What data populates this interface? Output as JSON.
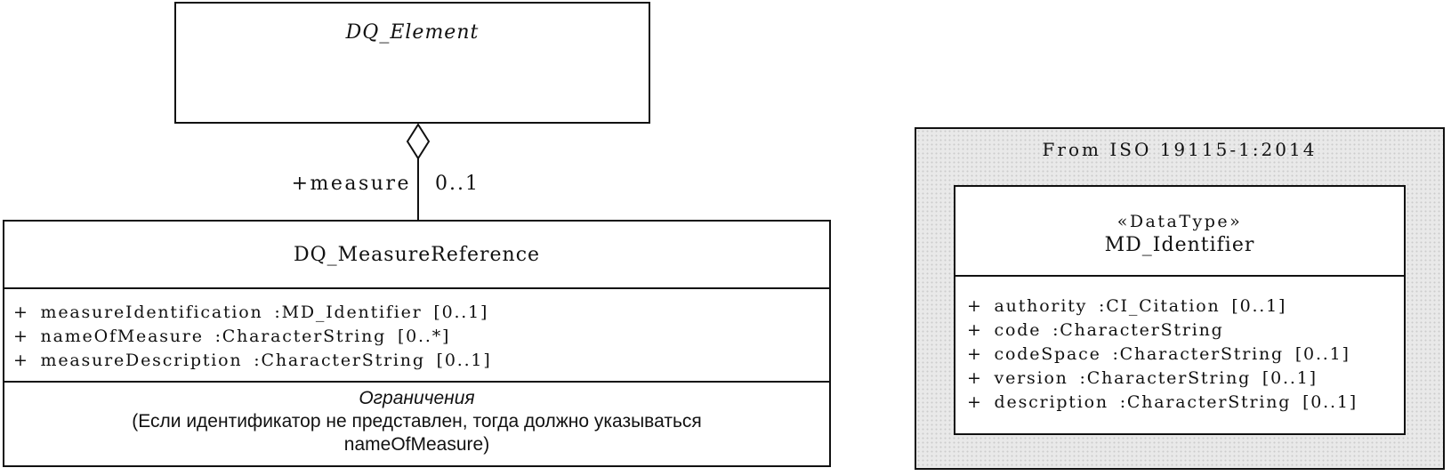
{
  "diagram": {
    "dq_element": {
      "title": "DQ_Element"
    },
    "association": {
      "role_label": "+measure",
      "multiplicity": "0..1"
    },
    "dq_measure_reference": {
      "title": "DQ_MeasureReference",
      "attributes": [
        "+ measureIdentification :MD_Identifier [0..1]",
        "+ nameOfMeasure :CharacterString [0..*]",
        "+ measureDescription :CharacterString [0..1]"
      ],
      "constraints": {
        "title": "Ограничения",
        "line1": "(Если идентификатор не представлен, тогда должно указываться",
        "line2": "nameOfMeasure)"
      }
    },
    "iso_package": {
      "label": "From ISO 19115-1:2014",
      "md_identifier": {
        "stereotype": "«DataType»",
        "title": "MD_Identifier",
        "attributes": [
          "+ authority :CI_Citation [0..1]",
          "+ code :CharacterString",
          "+ codeSpace :CharacterString [0..1]",
          "+ version :CharacterString [0..1]",
          "+ description :CharacterString [0..1]"
        ]
      }
    },
    "colors": {
      "line": "#111111",
      "package_fill": "#e9e9e9",
      "box_fill": "#ffffff"
    }
  }
}
